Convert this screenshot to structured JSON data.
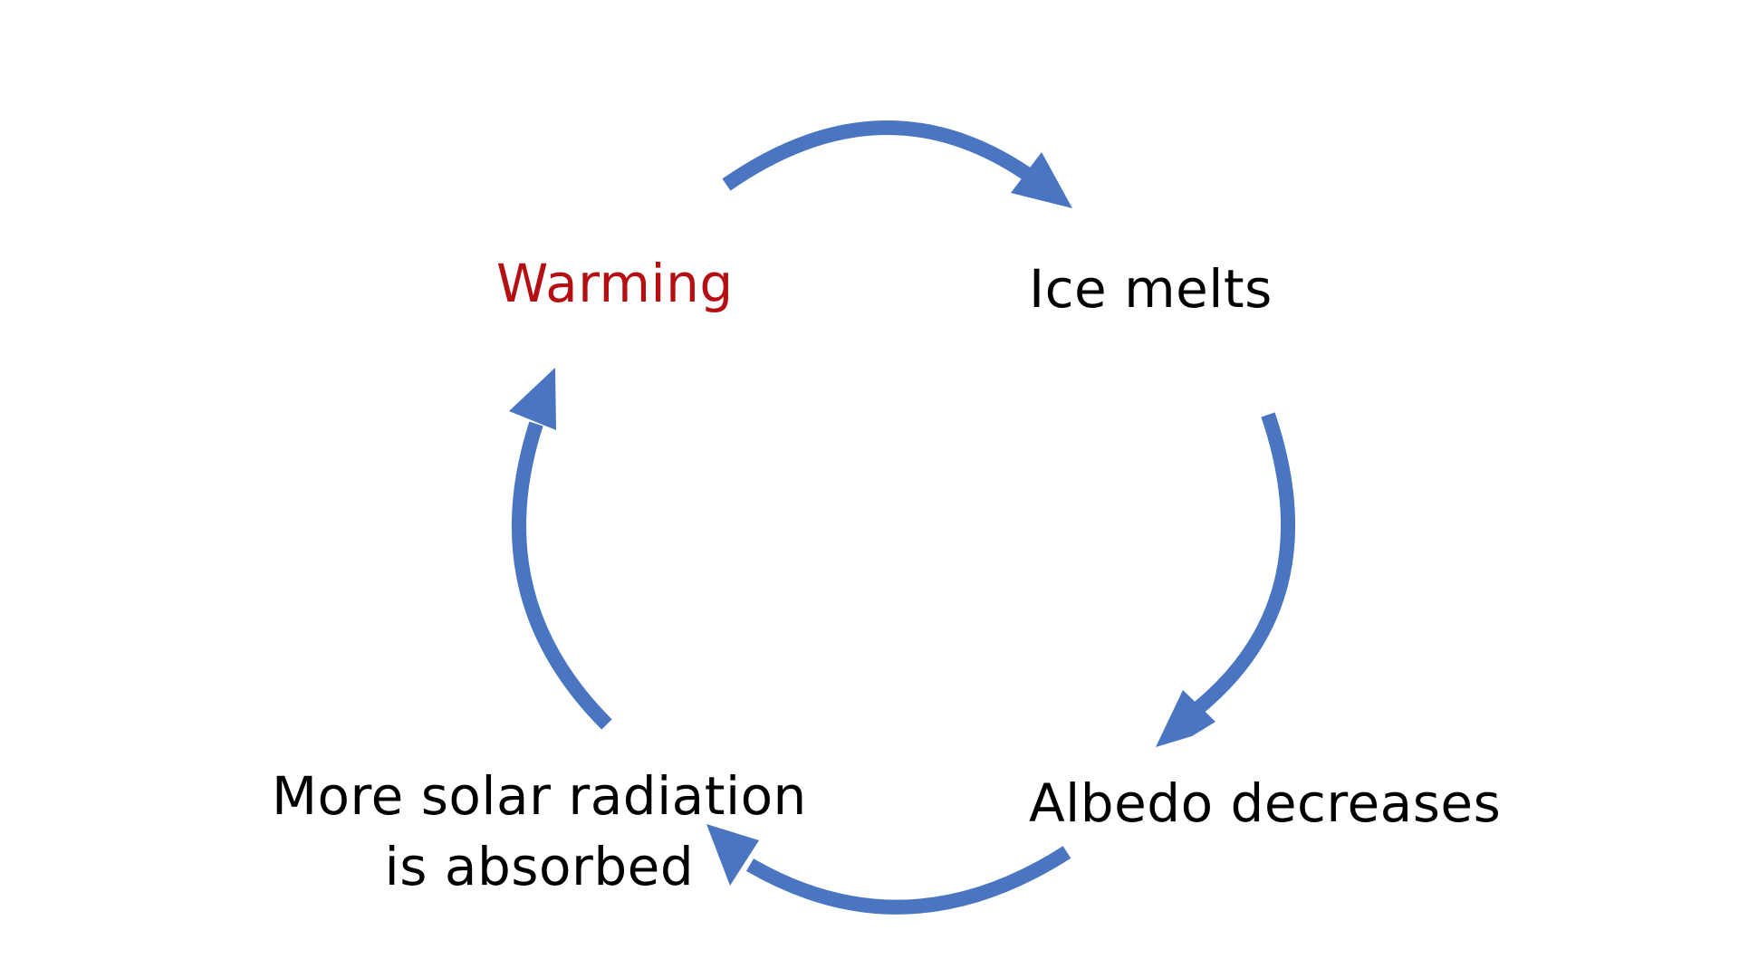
{
  "colors": {
    "arrow": "#4a75c1",
    "highlight_text": "#b50f14",
    "normal_text": "#000000"
  },
  "nodes": {
    "warming": "Warming",
    "ice_melts": "Ice melts",
    "albedo_decreases": "Albedo decreases",
    "solar_absorbed": {
      "line1": "More solar radiation",
      "line2": "is absorbed"
    }
  }
}
